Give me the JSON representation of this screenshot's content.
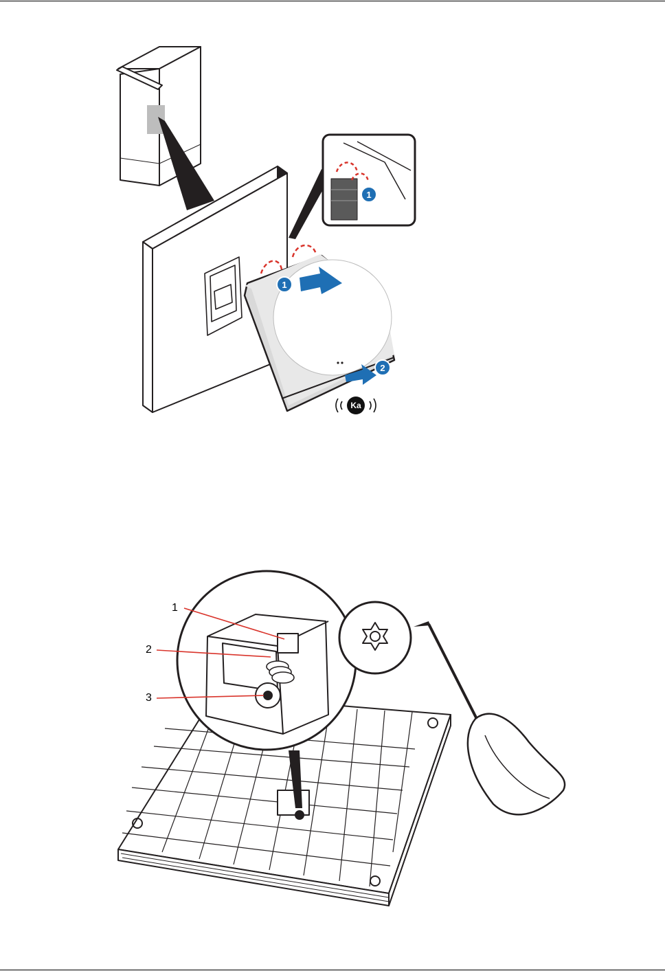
{
  "figure1": {
    "badges": {
      "step1": "1",
      "step2": "2",
      "step1_detail": "1"
    },
    "sound": "Ka",
    "colors": {
      "accent_blue": "#1f6fb4",
      "arrow_red": "#d9342b",
      "line": "#231f20"
    }
  },
  "figure2": {
    "callouts": {
      "one": "1",
      "two": "2",
      "three": "3"
    },
    "icons": [
      "torx-screw-head-icon",
      "screwdriver-icon"
    ],
    "colors": {
      "leader_red": "#d9342b",
      "line": "#231f20"
    }
  }
}
